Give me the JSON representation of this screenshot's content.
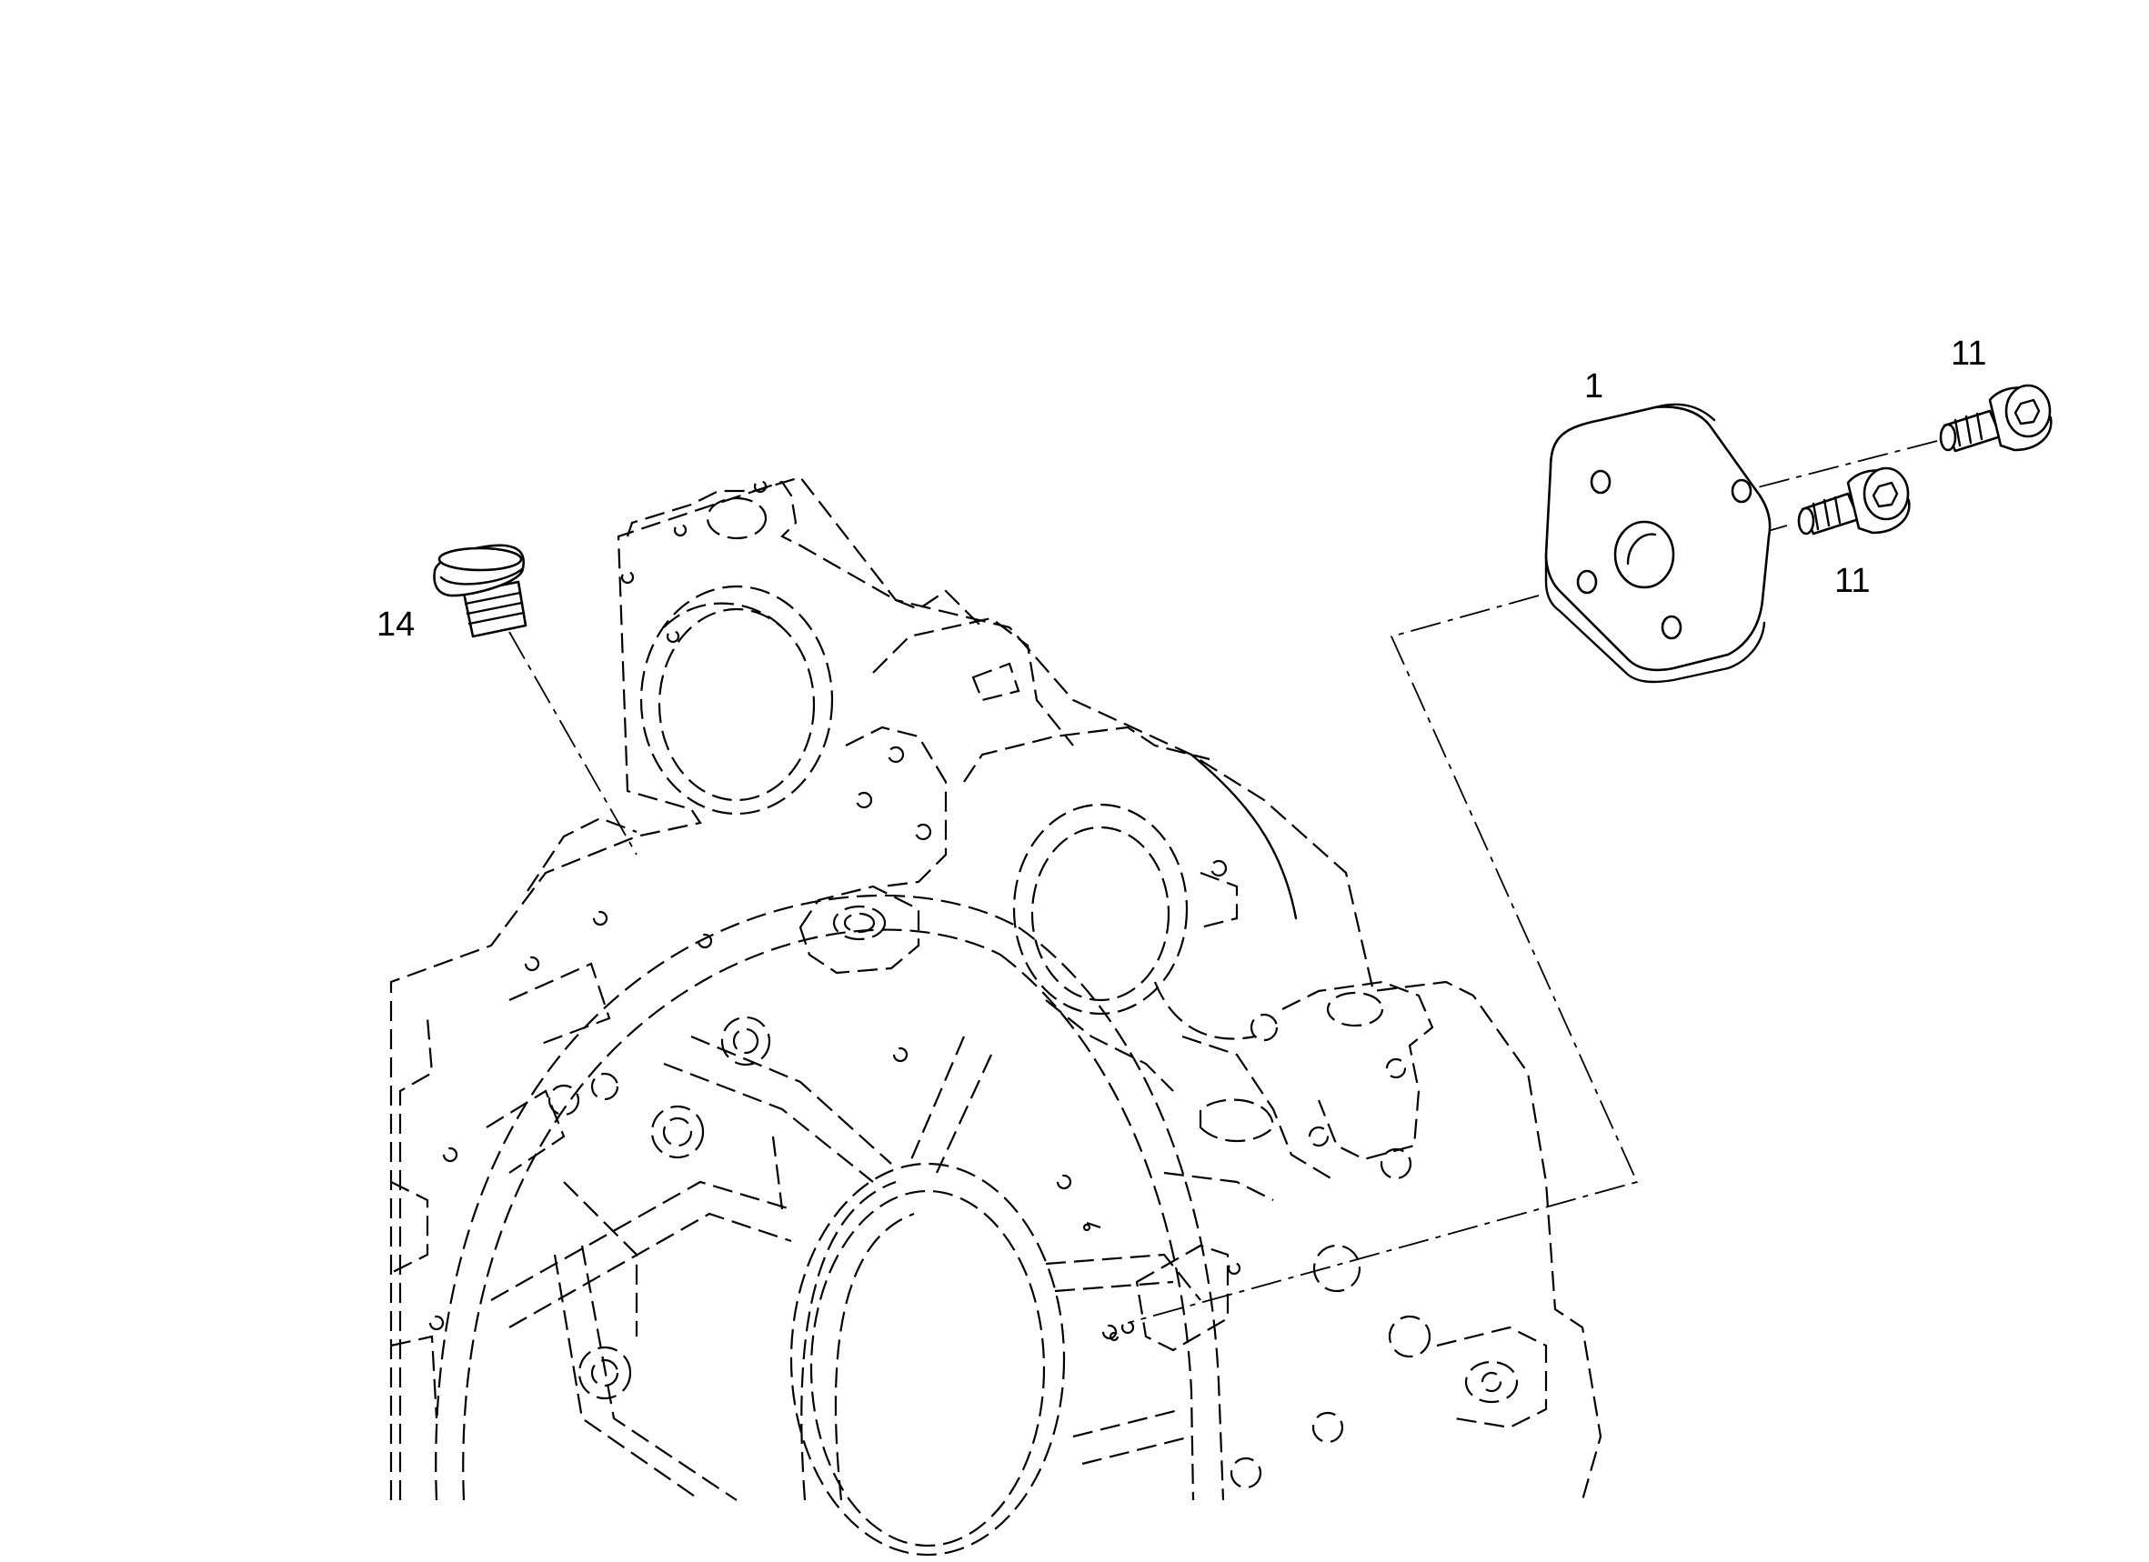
{
  "callouts": {
    "cover_plate": "1",
    "screw_upper": "11",
    "screw_lower": "11",
    "plug": "14"
  },
  "colors": {
    "line": "#000000",
    "background": "#ffffff"
  }
}
